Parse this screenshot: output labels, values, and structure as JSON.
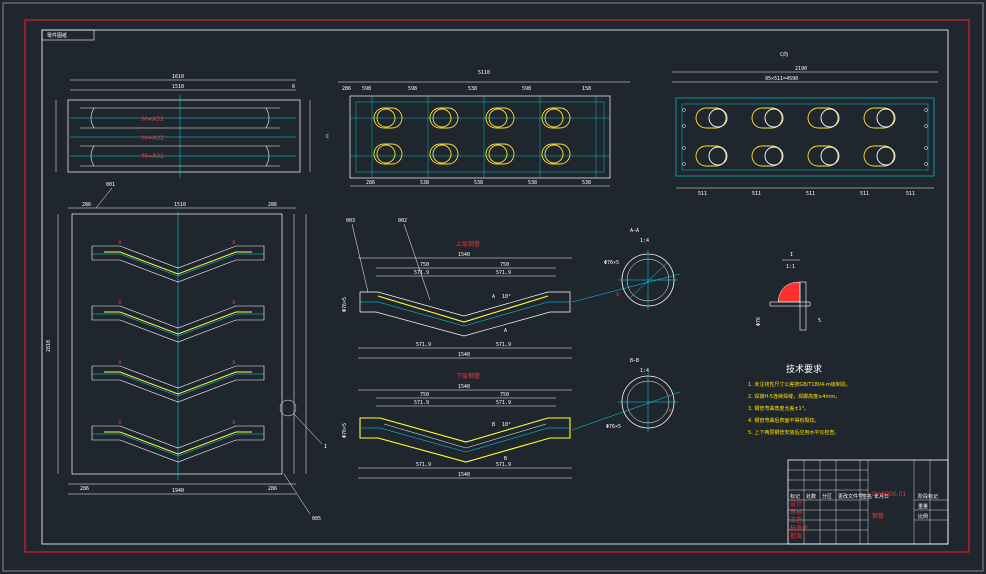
{
  "drawing": {
    "stamp": "零件图纸",
    "view_c_label": "C向",
    "view_aa_label": "A—A",
    "view_aa_scale": "1:4",
    "view_bb_label": "B—B",
    "view_bb_scale": "1:4",
    "detail_label": "I",
    "detail_scale": "1:1",
    "upper_label": "上层钢管",
    "lower_label": "下层钢管",
    "part_003": "003",
    "part_002": "002",
    "part_001": "001",
    "part_005": "005",
    "mark_c": "C",
    "mark_i": "I",
    "mark_a": "A",
    "mark_b": "B",
    "mark_x": "x"
  },
  "dims": {
    "top_len": "1610",
    "top_len2": "1510",
    "top_side": "6",
    "mid_total": "5110",
    "mid_top_segs": [
      "286",
      "598",
      "598",
      "538",
      "598",
      "158"
    ],
    "mid_bottom_segs": [
      "286",
      "538",
      "538",
      "538",
      "538"
    ],
    "c_total": "2190",
    "c_sub": "95×511=4590",
    "c_bottom_segs": [
      "511",
      "511",
      "511",
      "511",
      "511"
    ],
    "main_len": "1510",
    "main_height": "2810",
    "main_side": "286",
    "main_bottom": "1940",
    "upper_total": "1540",
    "upper_segs": [
      "750",
      "750"
    ],
    "upper_sub": [
      "571.9",
      "571.9"
    ],
    "lower_total": "1540",
    "lower_segs": [
      "750",
      "750"
    ],
    "lower_sub": [
      "571.9",
      "571.9"
    ],
    "pipe_dia": "Φ76×5",
    "weld_mark": "M=A32",
    "weld_mark2": "M=A32",
    "angle": "10°",
    "detail_dia": "Φ76",
    "detail_t": "5"
  },
  "notes": {
    "title": "技术要求",
    "items": [
      "1.  未注线性尺寸公差按GB/T1804-m级制造。",
      "2.  焊接H-5连续焊缝，焊脚高度≥4mm。",
      "3.  钢管弯曲角度允差±1°。",
      "4.  钢管弯曲后表面不得有裂纹。",
      "5.  上下两层钢管安装后应用水平仪检查。"
    ]
  },
  "titleblock": {
    "part_name": "钢管",
    "drawing_no": "DY-0000.01",
    "headers": [
      "标记",
      "处数",
      "分区",
      "更改文件号",
      "签名",
      "年月日"
    ],
    "roles": [
      "设计",
      "审核",
      "工艺",
      "标准化",
      "批准"
    ],
    "right": [
      "阶段标记",
      "重量",
      "比例"
    ]
  },
  "colors": {
    "frame": "#ff2020",
    "line": "#ffffff",
    "center": "#00e0ff",
    "pipe": "#ffff30",
    "hole": "#ffe030",
    "grid": "#00c8c8"
  }
}
